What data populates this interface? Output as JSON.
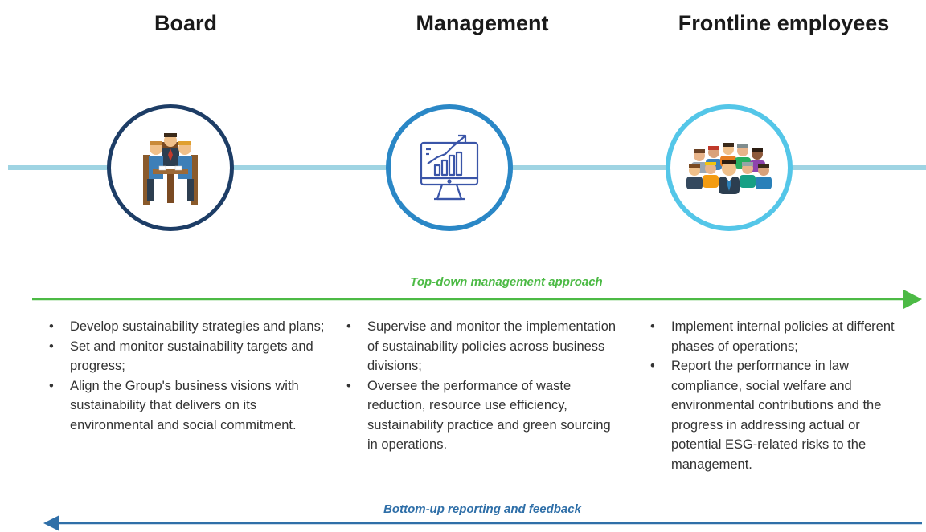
{
  "columns": [
    {
      "title": "Board",
      "icon": "board-meeting-icon",
      "ring_color": "#1d3d66",
      "bullets": [
        "Develop sustainability strategies and plans;",
        "Set and monitor sustainability targets and progress;",
        "Align the Group's business visions with sustainability that delivers on its environmental and social commitment."
      ]
    },
    {
      "title": "Management",
      "icon": "monitor-growth-chart-icon",
      "ring_color": "#2a87c6",
      "bullets": [
        "Supervise and monitor the implementation of sustainability policies across business divisions;",
        "Oversee the performance of waste reduction, resource use efficiency, sustainability practice and green sourcing in operations."
      ]
    },
    {
      "title": "Frontline employees",
      "icon": "employee-group-icon",
      "ring_color": "#54c6e8",
      "bullets": [
        "Implement internal policies at different phases of operations;",
        "Report the performance in law compliance, social welfare and environmental contributions and the progress in addressing actual or potential ESG-related risks to the management."
      ]
    }
  ],
  "arrows": {
    "top_down": {
      "label": "Top-down management approach",
      "color": "#4cba45"
    },
    "bottom_up": {
      "label": "Bottom-up reporting and feedback",
      "color": "#2f6fa8"
    }
  },
  "timeline_color": "#9fd4e3"
}
